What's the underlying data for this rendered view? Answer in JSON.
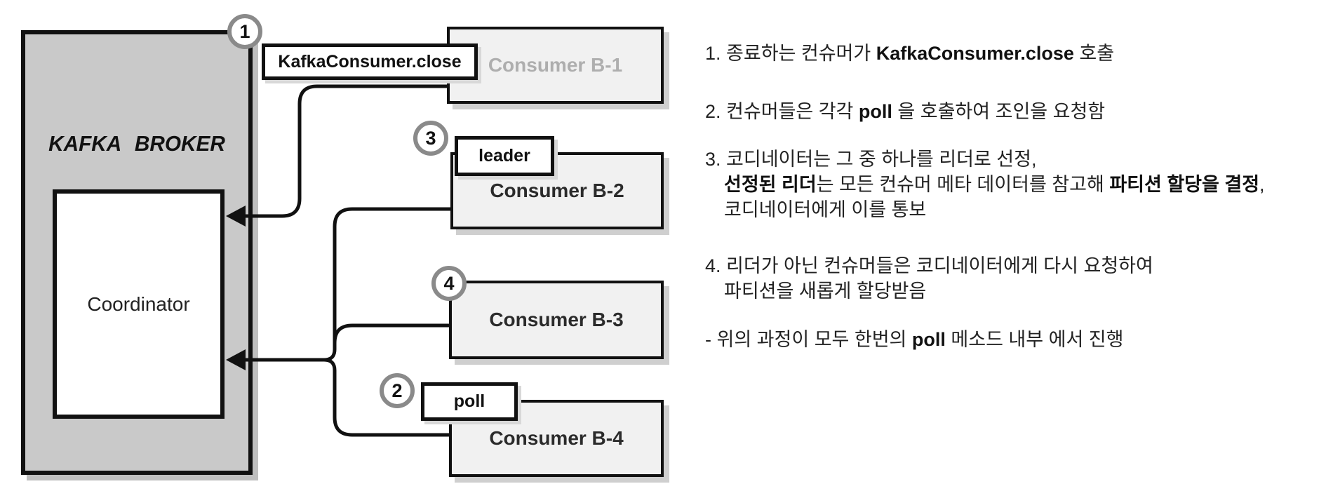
{
  "diagram": {
    "broker": {
      "title": "KAFKA BROKER",
      "coordinator_label": "Coordinator"
    },
    "tags": {
      "close": "KafkaConsumer.close",
      "leader": "leader",
      "poll": "poll"
    },
    "badges": {
      "step1": "1",
      "step2": "2",
      "step3": "3",
      "step4": "4"
    },
    "consumers": [
      {
        "name": "Consumer B-1",
        "state": "leaving"
      },
      {
        "name": "Consumer B-2",
        "state": "leader"
      },
      {
        "name": "Consumer B-3",
        "state": "member"
      },
      {
        "name": "Consumer B-4",
        "state": "member"
      }
    ],
    "colors": {
      "broker_fill": "#c9c9c9",
      "consumer_fill": "#f1f1f1",
      "line": "#111111",
      "badge_ring": "#8a8a8a",
      "muted_consumer_text": "#aeaeae"
    }
  },
  "notes": {
    "n1": {
      "a": "1. 종료하는 컨슈머가 ",
      "b": "KafkaConsumer.close",
      "c": " 호출"
    },
    "n2": {
      "a": "2. 컨슈머들은 각각 ",
      "b": "poll",
      "c": " 을 호출하여 조인을 요청함"
    },
    "n3a": {
      "a": "3. 코디네이터는 그 중 하나를 리더로 선정,"
    },
    "n3b": {
      "a": "선정된 리더",
      "b": "는 모든 컨슈머 메타 데이터를 참고해 ",
      "c": "파티션 할당을 결정",
      "d": ","
    },
    "n3c": {
      "a": "코디네이터에게 이를 통보"
    },
    "n4a": {
      "a": "4. 리더가 아닌 컨슈머들은 코디네이터에게 다시 요청하여"
    },
    "n4b": {
      "a": "파티션을 새롭게 할당받음"
    },
    "n5": {
      "a": "- 위의 과정이 모두 한번의 ",
      "b": "poll",
      "c": " 메소드 내부 에서 진행"
    }
  }
}
